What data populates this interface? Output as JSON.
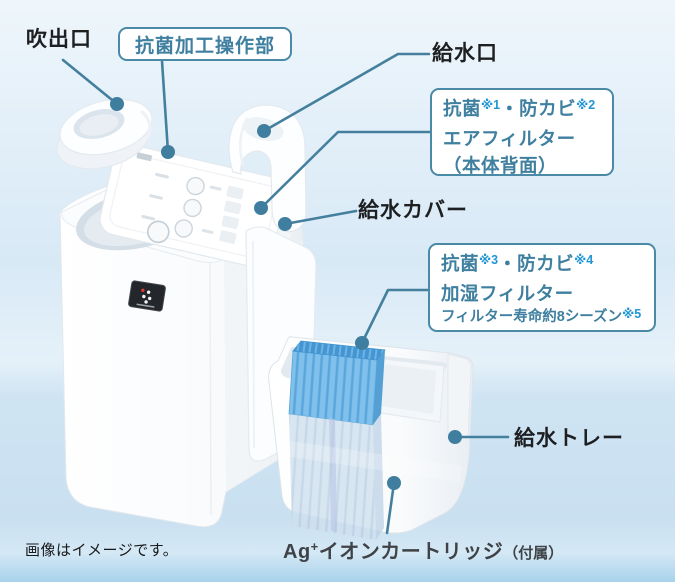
{
  "colors": {
    "callout_line": "#44809e",
    "callout_dot": "#3f7e9e",
    "box_border": "#4a8aa6",
    "box_text": "#3f7fa0",
    "ref_mark": "#2196d6",
    "label_text": "#1d1f21",
    "filter_blue": "#59a7e0",
    "bg_top": "#eef6fb",
    "bg_bottom": "#a8d2ec"
  },
  "labels": {
    "air_outlet": "吹出口",
    "operation_panel": "抗菌加工操作部",
    "water_port": "給水口",
    "water_cover": "給水カバー",
    "water_tray": "給水トレー",
    "disclaimer": "画像はイメージです。"
  },
  "air_filter_box": {
    "line1_pre": "抗菌",
    "ref1": "※1",
    "line1_sep": "・",
    "line1_mid": "防カビ",
    "ref2": "※2",
    "line2": "エアフィルター",
    "line3": "（本体背面）"
  },
  "humidifying_filter_box": {
    "line1_pre": "抗菌",
    "ref1": "※3",
    "line1_sep": "・",
    "line1_mid": "防カビ",
    "ref2": "※4",
    "line2": "加湿フィルター",
    "line3": "フィルター寿命約8シーズン",
    "ref3": "※5"
  },
  "ag_cartridge": {
    "base": "Ag",
    "sup": "+",
    "main": "イオンカートリッジ",
    "note": "（付属）"
  }
}
